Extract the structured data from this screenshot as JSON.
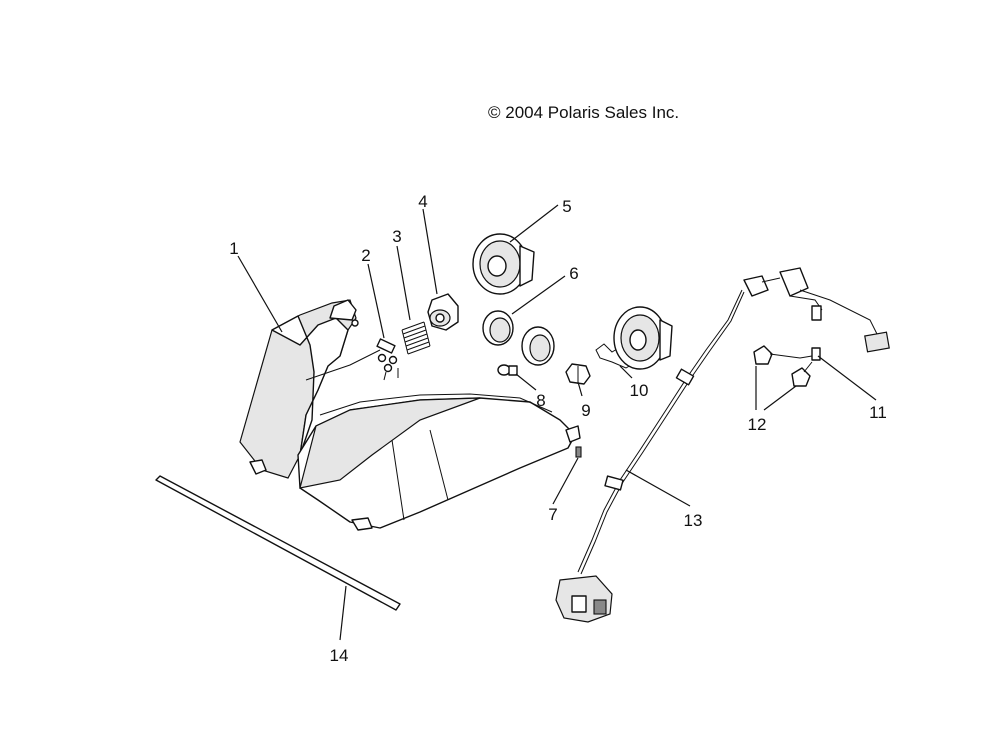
{
  "copyright": "© 2004 Polaris Sales Inc.",
  "callouts": [
    "1",
    "2",
    "3",
    "4",
    "5",
    "6",
    "7",
    "8",
    "9",
    "10",
    "11",
    "12",
    "13",
    "14"
  ]
}
